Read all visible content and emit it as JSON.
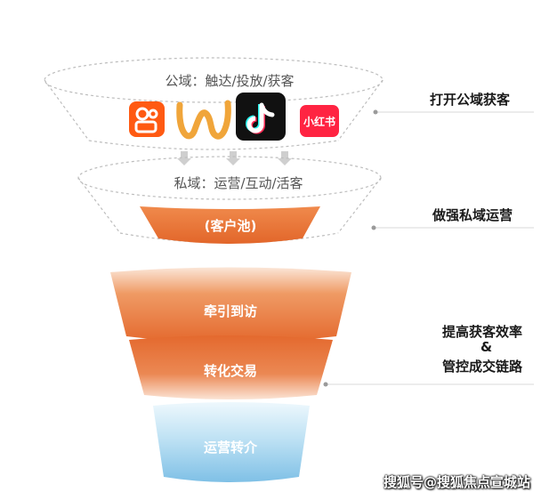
{
  "funnel": {
    "top_ring_label": "公域：触达/投放/获客",
    "middle_ring_label": "私域：运营/互动/活客",
    "customer_pool": "(客户池)",
    "stages": [
      {
        "label": "牵引到访",
        "color": "#e8763d"
      },
      {
        "label": "转化交易",
        "color": "#e4692e"
      },
      {
        "label": "运营转介",
        "color": "#8ec9ea"
      }
    ]
  },
  "platform_icons": [
    {
      "name": "kuaishou",
      "color": "#ff5a12"
    },
    {
      "name": "weishi",
      "color": "#f0a53a"
    },
    {
      "name": "douyin",
      "color": "#111111"
    },
    {
      "name": "xiaohongshu",
      "text": "小红书",
      "color": "#ff2442"
    }
  ],
  "side_labels": {
    "open_public": "打开公域获客",
    "strengthen_private": "做强私域运营",
    "improve_line1": "提高获客效率",
    "improve_amp": "&",
    "improve_line2": "管控成交链路"
  },
  "watermark": "搜狐号@搜狐焦点宣城站"
}
